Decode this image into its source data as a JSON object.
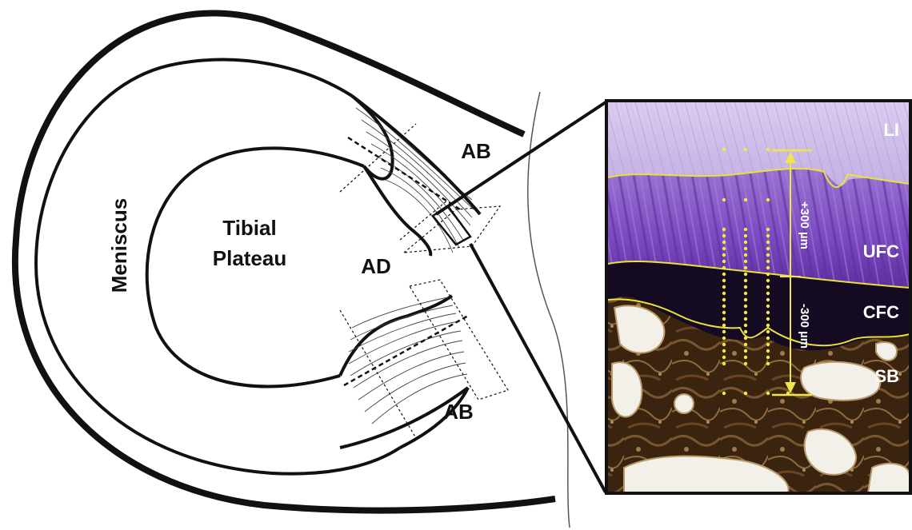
{
  "labels": {
    "meniscus": "Meniscus",
    "tibial_plateau_line1": "Tibial",
    "tibial_plateau_line2": "Plateau",
    "ad": "AD",
    "ab_top": "AB",
    "ab_bottom": "AB"
  },
  "inset": {
    "zones": {
      "li": "LI",
      "ufc": "UFC",
      "cfc": "CFC",
      "sb": "SB"
    },
    "measure_plus": "+300 µm",
    "measure_minus": "-300 µm"
  },
  "colors": {
    "outline": "#111111",
    "tidemark_line": "#e8e23a",
    "measure_arrow": "#f0e64a",
    "sample_dots": "#f3ea3c",
    "ligament_stain": "#c8b8e6",
    "uncalcified_stain": "#7d4fc0",
    "calcified_zone": "#12091e",
    "bone": "#3b2612"
  }
}
